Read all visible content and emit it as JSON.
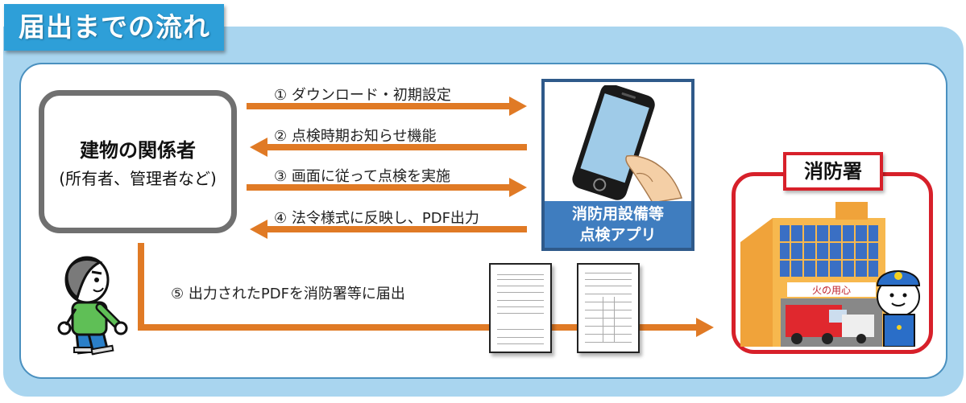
{
  "title": "届出までの流れ",
  "owner": {
    "title": "建物の関係者",
    "subtitle": "(所有者、管理者など)"
  },
  "steps": [
    {
      "number": "①",
      "label": "① ダウンロード・初期設定",
      "direction": "right"
    },
    {
      "number": "②",
      "label": "② 点検時期お知らせ機能",
      "direction": "left"
    },
    {
      "number": "③",
      "label": "③ 画面に従って点検を実施",
      "direction": "right"
    },
    {
      "number": "④",
      "label": "④ 法令様式に反映し、PDF出力",
      "direction": "left"
    },
    {
      "number": "⑤",
      "label": "⑤ 出力されたPDFを消防署等に届出",
      "direction": "right"
    }
  ],
  "app": {
    "label_line1": "消防用設備等",
    "label_line2": "点検アプリ"
  },
  "fire_station": {
    "label": "消防署",
    "sign": "火の用心"
  },
  "colors": {
    "title_bg": "#2e9fd8",
    "frame_bg": "#a9d5ef",
    "arrow": "#e07a25",
    "app_border": "#2f5a8a",
    "app_label_bg": "#3f7dbf",
    "fire_border": "#d7202a",
    "owner_border": "#707070"
  }
}
